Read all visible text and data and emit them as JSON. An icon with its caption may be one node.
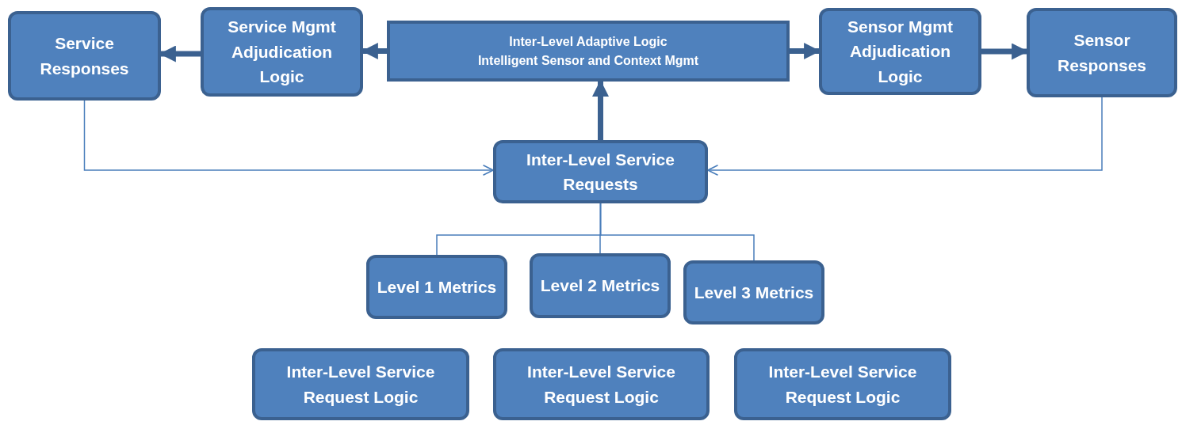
{
  "diagram": {
    "nodes": [
      {
        "text": [
          "Service Responses"
        ]
      },
      {
        "text": [
          "Service Mgmt Adjudication Logic"
        ]
      },
      {
        "text": [
          "Inter-Level Adaptive Logic",
          "Intelligent Sensor and Context Mgmt"
        ]
      },
      {
        "text": [
          "Sensor Mgmt Adjudication Logic"
        ]
      },
      {
        "text": [
          "Sensor Responses"
        ]
      },
      {
        "text": [
          "Inter-Level Service Requests"
        ]
      },
      {
        "text": [
          "Level 1 Metrics"
        ]
      },
      {
        "text": [
          "Level 2 Metrics"
        ]
      },
      {
        "text": [
          "Level 3 Metrics"
        ]
      },
      {
        "text": [
          "Inter-Level Service Request Logic"
        ]
      },
      {
        "text": [
          "Inter-Level Service Request Logic"
        ]
      },
      {
        "text": [
          "Inter-Level Service Request Logic"
        ]
      }
    ],
    "edges": [
      {
        "from": 1,
        "to": 0,
        "arrow": "to",
        "style": "thick"
      },
      {
        "from": 2,
        "to": 1,
        "arrow": "to",
        "style": "thick"
      },
      {
        "from": 2,
        "to": 3,
        "arrow": "to",
        "style": "thick"
      },
      {
        "from": 3,
        "to": 4,
        "arrow": "to",
        "style": "thick"
      },
      {
        "from": 5,
        "to": 2,
        "arrow": "to",
        "style": "thick"
      },
      {
        "from": 0,
        "to": 5,
        "arrow": "to"
      },
      {
        "from": 4,
        "to": 5,
        "arrow": "to"
      },
      {
        "from": 5,
        "to": 6,
        "arrow": "none"
      },
      {
        "from": 5,
        "to": 7,
        "arrow": "none"
      },
      {
        "from": 5,
        "to": 8,
        "arrow": "none"
      }
    ]
  }
}
